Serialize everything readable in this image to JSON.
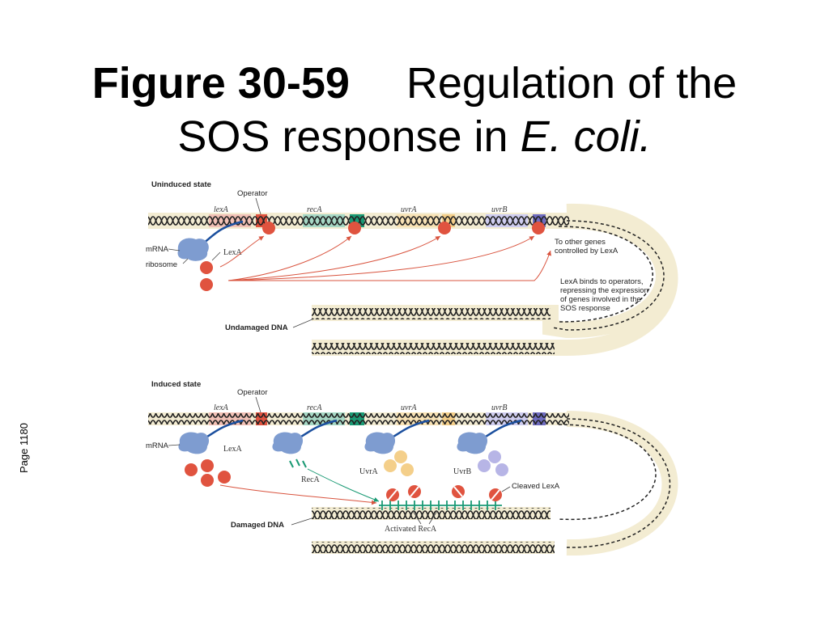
{
  "title": {
    "figure": "Figure 30-59",
    "line1": "Regulation of the",
    "line2_prefix": "SOS response in ",
    "line2_italic": "E. coli."
  },
  "side_label": "Page 1180",
  "uninduced": {
    "heading": "Uninduced state",
    "operator": "Operator",
    "genes": [
      "lexA",
      "recA",
      "uvrA",
      "uvrB"
    ],
    "mrna": "mRNA",
    "ribosome": "ribosome",
    "lexa": "LexA",
    "other_genes_1": "To other genes",
    "other_genes_2": "controlled by LexA",
    "note_1": "LexA binds to operators,",
    "note_2": "repressing the expression",
    "note_3": "of genes involved in the",
    "note_4": "SOS response",
    "dna": "Undamaged DNA"
  },
  "induced": {
    "heading": "Induced state",
    "operator": "Operator",
    "genes": [
      "lexA",
      "recA",
      "uvrA",
      "uvrB"
    ],
    "mrna": "mRNA",
    "lexa": "LexA",
    "reca": "RecA",
    "uvra": "UvrA",
    "uvrb": "UvrB",
    "cleaved": "Cleaved LexA",
    "activated": "Activated RecA",
    "dna": "Damaged DNA"
  },
  "colors": {
    "lexa_red": "#e0533f",
    "reca_green": "#1a9a74",
    "uvra_yellow": "#f4cf8a",
    "uvrb_lavender": "#b7b5e6",
    "ribosome_blue": "#7e9cd0",
    "mrna_blue": "#1b4f9e",
    "dna_bg": "#f3ecd2",
    "arrow": "#d9543f"
  }
}
